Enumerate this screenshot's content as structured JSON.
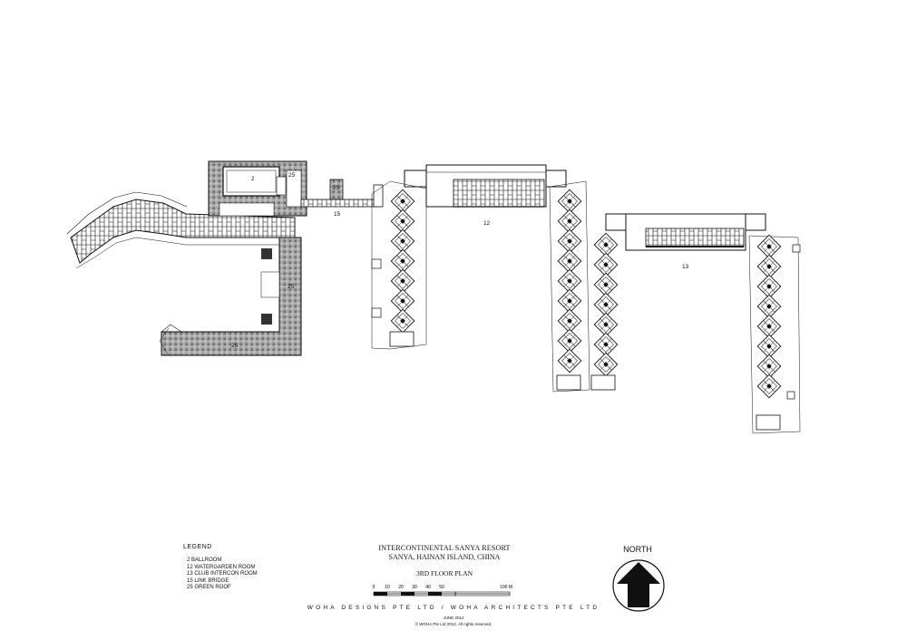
{
  "plan_labels": {
    "ballroom": "2",
    "green_roof_a": "25",
    "green_roof_b": "25",
    "green_roof_c": "25",
    "green_roof_d": "25",
    "link_bridge": "15",
    "watergarden": "12",
    "club_intercon": "13"
  },
  "legend": {
    "heading": "LEGEND",
    "items": [
      "2  BALLROOM",
      "12 WATERGARDEN ROOM",
      "13 CLUB INTERCON ROOM",
      "15 LINK BRIDGE",
      "25 GREEN ROOF"
    ]
  },
  "title": {
    "project": "INTERCONTINENTAL SANYA RESORT",
    "location": "SANYA, HAINAN ISLAND, CHINA",
    "drawing": "3RD FLOOR PLAN"
  },
  "scale_bar": {
    "ticks": [
      "0",
      "10",
      "20",
      "30",
      "40",
      "50",
      "100 M"
    ]
  },
  "firm": "WOHA DESIGNS PTE LTD / WOHA ARCHITECTS PTE LTD",
  "date": "JUNE 2012",
  "copyright": "© WOHA Pte Ltd 2012.  All rights reserved.",
  "north_label": "NORTH",
  "colors": {
    "ink": "#111111",
    "green_roof": "#9a9a9a",
    "paper": "#ffffff"
  }
}
